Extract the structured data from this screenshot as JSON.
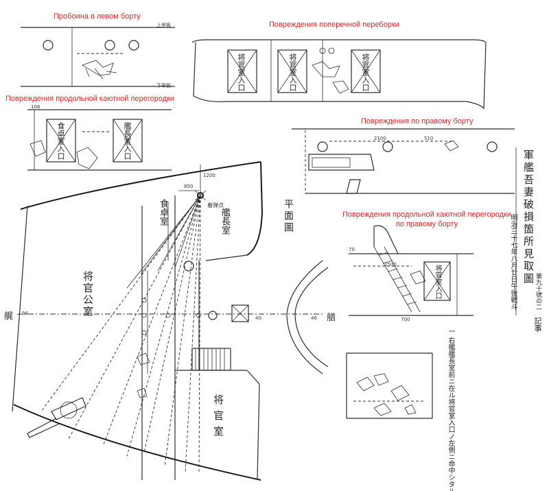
{
  "captions": {
    "left_side_hole": "Пробоина в левом борту",
    "transverse_bulkhead": "Повреждения поперечной переборки",
    "longitudinal_cabin_bulkhead": "Повреждения продольной каютной перегородки",
    "starboard_side": "Повреждения по правому борту",
    "longitudinal_starboard_line1": "Повреждения продольной каютной перегородки",
    "longitudinal_starboard_line2": "по правому борту"
  },
  "japanese_title": {
    "main": "軍艦吾妻破損箇所見取圖",
    "date": "明治三十七年八月廿日午後戦斗",
    "note": "第九十號の二",
    "plan_label": "平面圖"
  },
  "rooms": {
    "wardroom": "将官公室",
    "dining": "食卓室",
    "captain": "艦長室",
    "flag_officer": "将官室",
    "entrance_text": "将官室入口",
    "dining_entrance": "食卓室入口",
    "captain_entrance": "艦長室入口"
  },
  "directions": {
    "stern": "艉",
    "bow": "艏"
  },
  "deck_labels": {
    "upper": "上甲板",
    "lower": "下甲板"
  },
  "measurements": {
    "m850": "850",
    "m1200": "1200",
    "m2100": "2100",
    "m510": "510",
    "m1500": "1500",
    "m700": "700",
    "m40": "40",
    "m70": "70",
    "m46": "46",
    "m94": "94",
    "m108": "108"
  },
  "notes": {
    "memo_title": "記事",
    "memo_text": "一 右艦艦長室前ニ在ル将官室入口ノ左側ニ命中シタル敵弾ハ此處ニテ炸裂シ之ガ破片ハ将官公室内ニ及ビ將官室ノ周壁ヲ穿チ又上甲板ヲ貫キ各所ニ損傷ヲ與ヘタリ",
    "impact_label": "着弾点"
  }
}
